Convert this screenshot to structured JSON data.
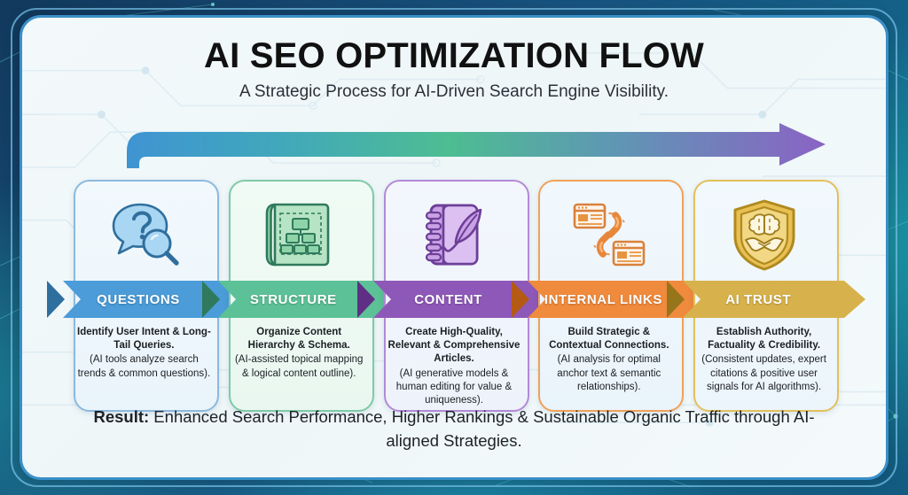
{
  "header": {
    "title": "AI SEO OPTIMIZATION FLOW",
    "subtitle": "A Strategic Process for AI-Driven Search Engine Visibility."
  },
  "flow_arrow": {
    "name": "top-gradient-progress-arrow",
    "gradient_start": "#3f94d2",
    "gradient_mid": "#4dbd92",
    "gradient_end": "#8a63c4"
  },
  "steps": [
    {
      "label": "QUESTIONS",
      "icon": "question-search-icon",
      "color": "#4b9cd8",
      "color_dark": "#2f6f9e",
      "border": "#8cb9de",
      "bold": "Identify User Intent & Long-Tail Queries.",
      "note": "(AI tools analyze search trends & common questions)."
    },
    {
      "label": "STRUCTURE",
      "icon": "blueprint-hierarchy-icon",
      "color": "#5cc196",
      "color_dark": "#2f7a5c",
      "border": "#7dcaa6",
      "bold": "Organize Content Hierarchy & Schema.",
      "note": "(AI-assisted topical mapping & logical content outline)."
    },
    {
      "label": "CONTENT",
      "icon": "notebook-quill-icon",
      "color": "#8e58b8",
      "color_dark": "#5e2f85",
      "border": "#b389d6",
      "bold": "Create High-Quality, Relevant & Comprehensive Articles.",
      "note": "(AI generative models & human editing for value & uniqueness)."
    },
    {
      "label": "INTERNAL LINKS",
      "icon": "chain-link-pages-icon",
      "color": "#f08a3c",
      "color_dark": "#b45a14",
      "border": "#f0a259",
      "bold": "Build Strategic & Contextual Connections.",
      "note": "(AI analysis for optimal anchor text & semantic relationships)."
    },
    {
      "label": "AI TRUST",
      "icon": "shield-brain-handshake-icon",
      "color": "#d7b martin",
      "color_hex": "#d7b24c",
      "color_dark": "#96751b",
      "border": "#e3c05c",
      "bold": "Establish Authority, Factuality & Credibility.",
      "note": "(Consistent updates, expert citations & positive user signals for AI algorithms)."
    }
  ],
  "result": {
    "prefix": "Result:",
    "text": " Enhanced Search Performance, Higher Rankings & Sustainable Organic Traffic through AI-aligned Strategies."
  }
}
